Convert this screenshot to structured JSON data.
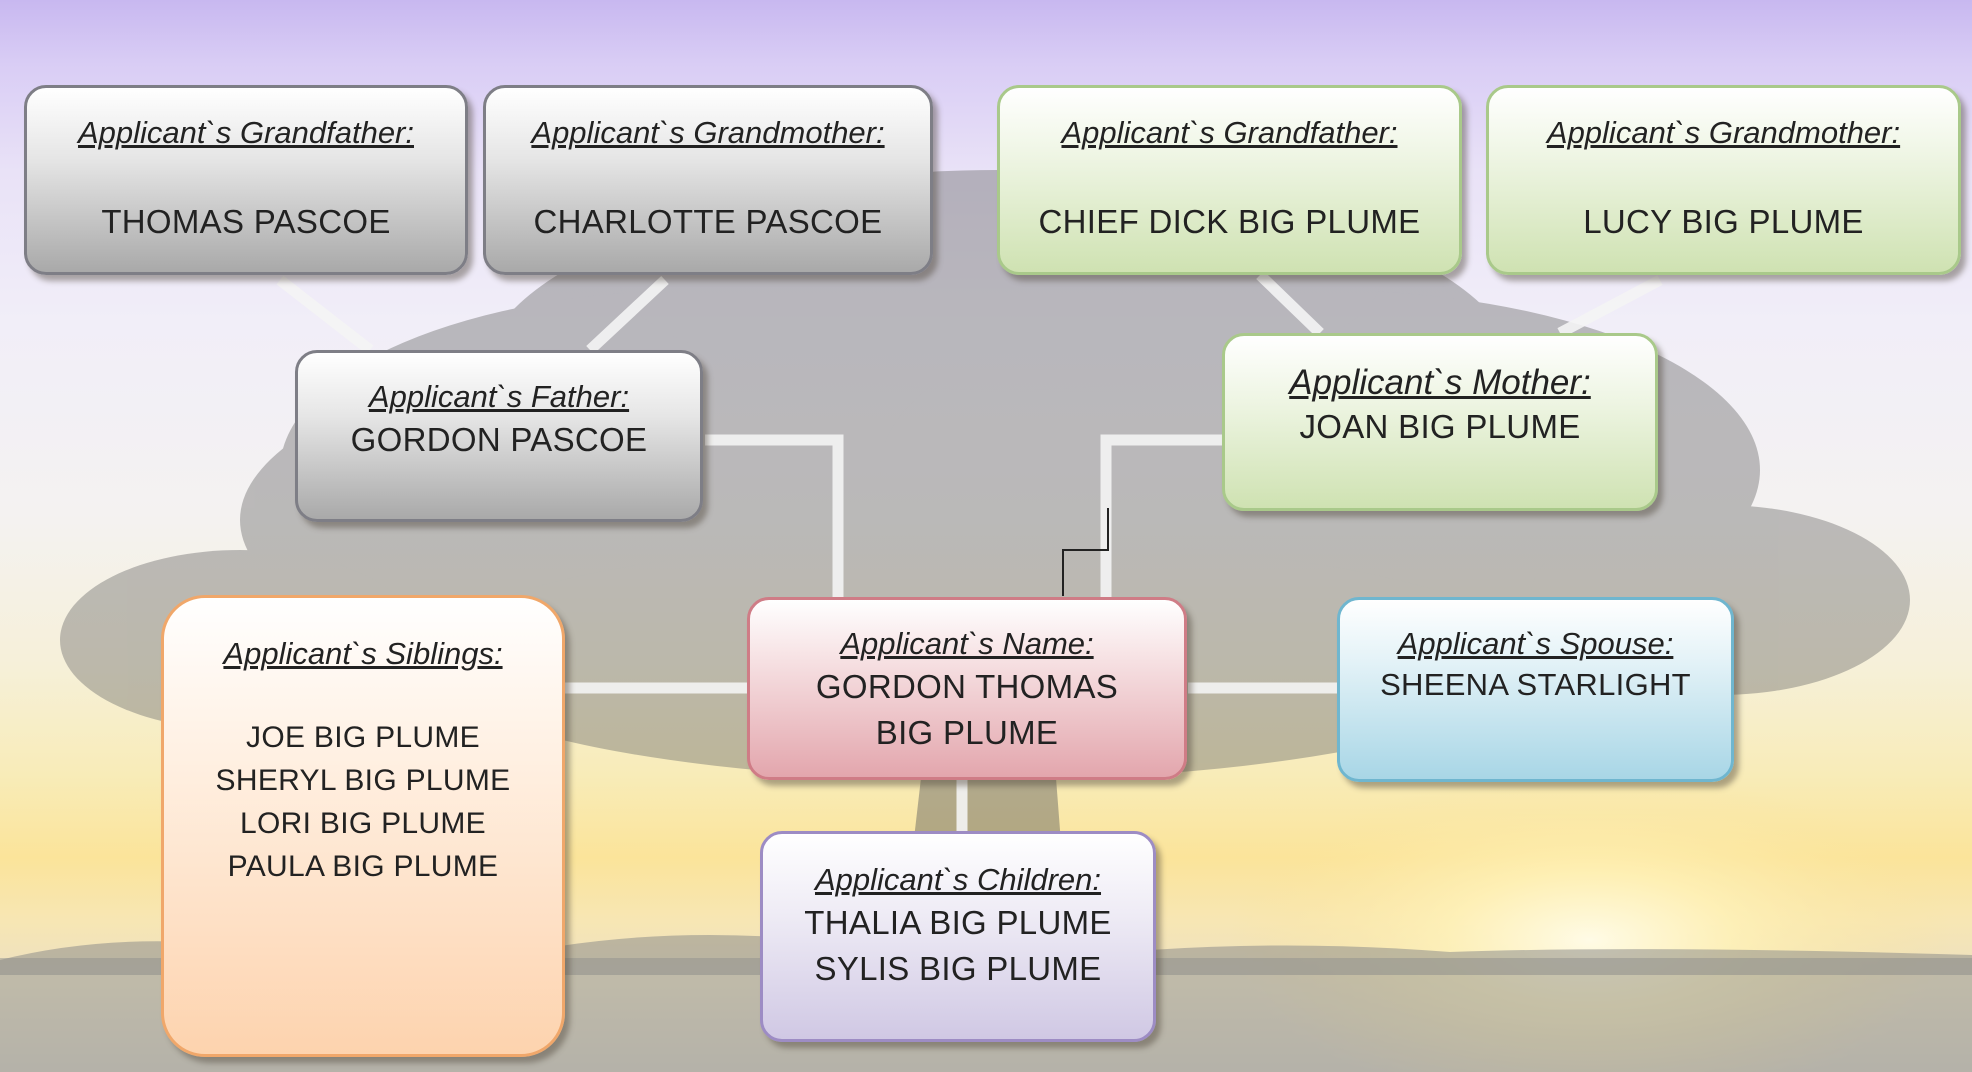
{
  "diagram": {
    "paternal_grandfather": {
      "label": "Applicant`s Grandfather:",
      "name": "THOMAS PASCOE"
    },
    "paternal_grandmother": {
      "label": "Applicant`s Grandmother:",
      "name": "CHARLOTTE PASCOE"
    },
    "maternal_grandfather": {
      "label": "Applicant`s Grandfather:",
      "name": "CHIEF DICK BIG PLUME"
    },
    "maternal_grandmother": {
      "label": "Applicant`s Grandmother:",
      "name": "LUCY BIG PLUME"
    },
    "father": {
      "label": "Applicant`s Father:",
      "name": "GORDON PASCOE"
    },
    "mother": {
      "label": "Applicant`s Mother:",
      "name": "JOAN BIG PLUME"
    },
    "applicant": {
      "label": "Applicant`s Name:",
      "names": [
        "GORDON THOMAS",
        "BIG PLUME"
      ]
    },
    "spouse": {
      "label": "Applicant`s Spouse:",
      "name": "SHEENA STARLIGHT"
    },
    "siblings": {
      "label": "Applicant`s Siblings:",
      "names": [
        "JOE BIG PLUME",
        "SHERYL BIG PLUME",
        "LORI BIG PLUME",
        "PAULA BIG PLUME"
      ]
    },
    "children": {
      "label": "Applicant`s Children:",
      "names": [
        "THALIA BIG PLUME",
        "SYLIS BIG PLUME"
      ]
    }
  },
  "colors": {
    "paternal": "#a9a9a9",
    "maternal": "#cfe2b2",
    "applicant": "#e3a6ad",
    "spouse": "#a8d6e6",
    "siblings": "#fdd3ae",
    "children": "#d0c8e4",
    "connector": "#f4f4f4"
  }
}
